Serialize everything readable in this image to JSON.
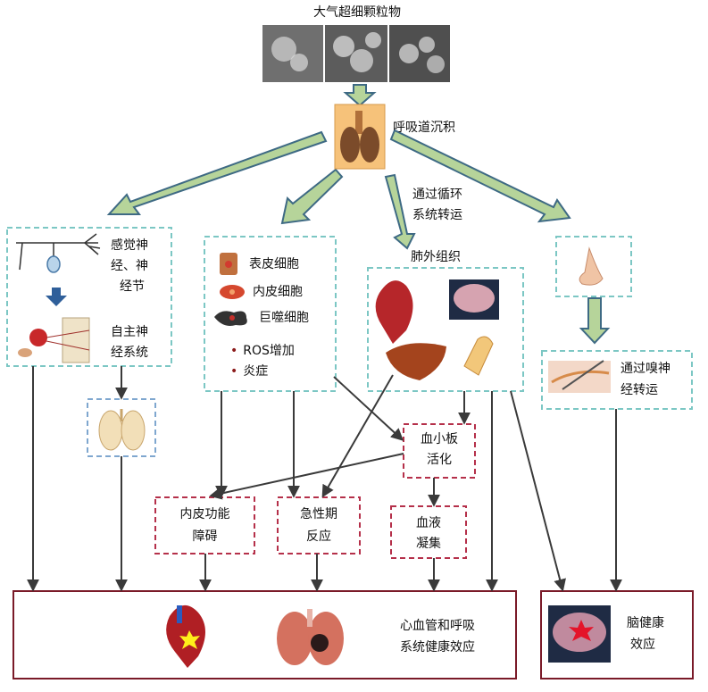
{
  "source": {
    "title": "大气超细颗粒物"
  },
  "deposition": {
    "label": "呼吸道沉积"
  },
  "circulation": {
    "line1": "通过循环",
    "line2": "系统转运"
  },
  "sensory": {
    "line1": "感觉神",
    "line2": "经、神",
    "line3": "经节"
  },
  "autonomic": {
    "line1": "自主神",
    "line2": "经系统"
  },
  "cells": {
    "epithelial": "表皮细胞",
    "endothelial": "内皮细胞",
    "macrophage": "巨噬细胞",
    "bullets": [
      "ROS增加",
      "炎症"
    ]
  },
  "extrapulmonary": {
    "label": "肺外组织"
  },
  "olfactory": {
    "line1": "通过嗅神",
    "line2": "经转运"
  },
  "platelet": {
    "line1": "血小板",
    "line2": "活化"
  },
  "endothelial_dysfunction": {
    "line1": "内皮功能",
    "line2": "障碍"
  },
  "acute_phase": {
    "line1": "急性期",
    "line2": "反应"
  },
  "coagulation": {
    "line1": "血液",
    "line2": "凝集"
  },
  "cardio_resp": {
    "line1": "心血管和呼吸",
    "line2": "系统健康效应"
  },
  "brain": {
    "line1": "脑健康",
    "line2": "效应"
  },
  "colors": {
    "dashed_teal": "#7cc7c4",
    "dashed_blue": "#7fa7cf",
    "dashed_red": "#b5304a",
    "solid_red": "#7a1a28",
    "green_arrow_fill": "#b6d49a",
    "green_arrow_stroke": "#3e6a84",
    "dark_arrow": "#3a3a3a"
  }
}
